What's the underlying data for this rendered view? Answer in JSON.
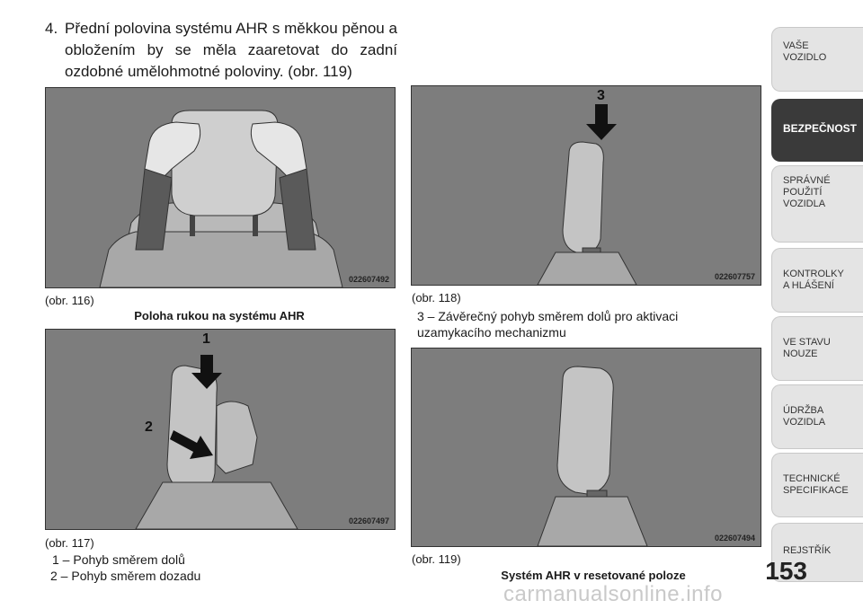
{
  "step": {
    "number": "4.",
    "text": "Přední polovina systému AHR s měkkou pěnou a obložením by se měla zaaretovat do zadní ozdobné umělohmotné poloviny. (obr.  119)"
  },
  "figures": [
    {
      "code": "022607492",
      "label": "(obr. 116)",
      "caption": "Poloha rukou na systému AHR"
    },
    {
      "code": "022607497",
      "label": "(obr. 117)",
      "markers": [
        "1",
        "2"
      ],
      "legend": [
        "1 – Pohyb směrem dolů",
        "2 – Pohyb směrem dozadu"
      ]
    },
    {
      "code": "022607757",
      "label": "(obr. 118)",
      "markers": [
        "3"
      ],
      "legend": [
        "3 – Závěrečný pohyb směrem dolů pro aktivaci uzamykacího mechanizmu"
      ]
    },
    {
      "code": "022607494",
      "label": "(obr. 119)",
      "caption": "Systém AHR v resetované poloze"
    }
  ],
  "tabs": [
    {
      "label": "VAŠE\nVOZIDLO",
      "active": false
    },
    {
      "label": "BEZPEČNOST",
      "active": true
    },
    {
      "label": "SPRÁVNÉ\nPOUŽITÍ\nVOZIDLA",
      "active": false
    },
    {
      "label": "KONTROLKY\nA HLÁŠENÍ",
      "active": false
    },
    {
      "label": "VE STAVU\nNOUZE",
      "active": false
    },
    {
      "label": "ÚDRŽBA\nVOZIDLA",
      "active": false
    },
    {
      "label": "TECHNICKÉ\nSPECIFIKACE",
      "active": false
    },
    {
      "label": "REJSTŘÍK",
      "active": false
    }
  ],
  "page_number": "153",
  "watermark": "carmanualsonline.info"
}
